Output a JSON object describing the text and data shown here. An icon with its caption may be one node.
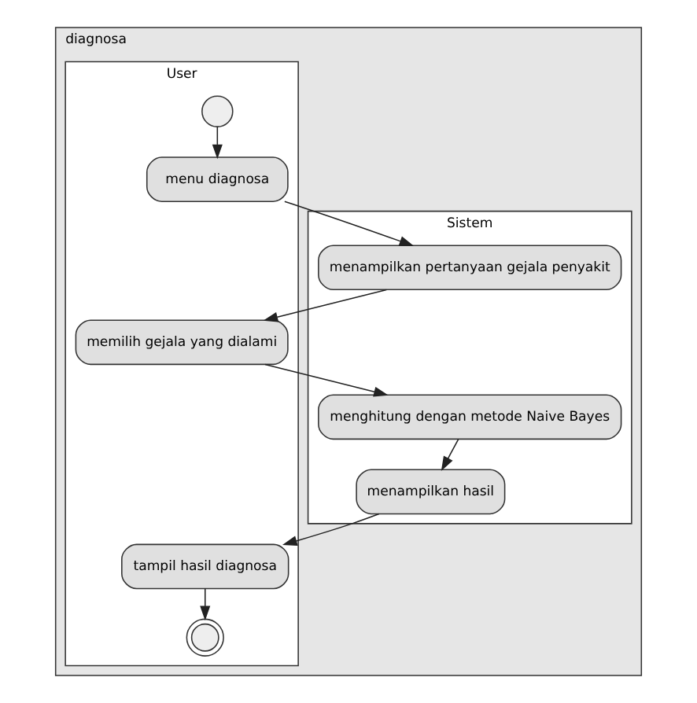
{
  "diagram": {
    "nodes": [
      {
        "text": [
          "diagnosa"
        ]
      },
      {
        "text": [
          "User"
        ],
        "in": 0
      },
      {
        "text": [
          "Sistem"
        ],
        "in": 0
      },
      {
        "text": [],
        "shape": "circle",
        "in": 1
      },
      {
        "text": [
          "menu diagnosa"
        ],
        "in": 1
      },
      {
        "text": [
          "menampilkan pertanyaan gejala penyakit"
        ],
        "in": 2
      },
      {
        "text": [
          "memilih gejala yang dialami"
        ],
        "in": 1
      },
      {
        "text": [
          "menghitung dengan metode Naive Bayes"
        ],
        "in": 2
      },
      {
        "text": [
          "tampil hasil diagnosa"
        ],
        "in": 1
      },
      {
        "text": [
          "menampilkan hasil"
        ],
        "in": 2
      },
      {
        "text": [],
        "shape": "bullseye",
        "in": 1
      }
    ],
    "edges": [
      {
        "from": 3,
        "to": 4,
        "arrow": "to"
      },
      {
        "from": 4,
        "to": 5,
        "arrow": "to"
      },
      {
        "from": 5,
        "to": 6,
        "arrow": "to"
      },
      {
        "from": 6,
        "to": 7,
        "arrow": "to"
      },
      {
        "from": 7,
        "to": 9,
        "arrow": "to"
      },
      {
        "from": 9,
        "to": 8,
        "arrow": "to"
      },
      {
        "from": 8,
        "to": 10,
        "arrow": "to"
      }
    ]
  }
}
